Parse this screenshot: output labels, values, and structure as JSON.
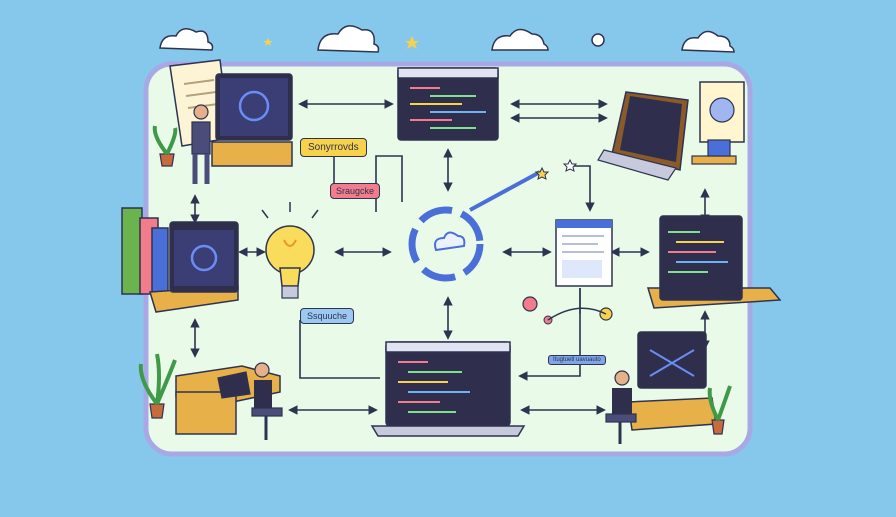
{
  "labels": {
    "synchronous": "Sonyrrovds",
    "strategize": "Sraugcke",
    "sequence": "Ssquuche",
    "process_caption": "Itugtuetl uavuauto"
  },
  "colors": {
    "sky": "#86c7ec",
    "board": "#e9fbe8",
    "board_edge": "#a8a8e6",
    "screen": "#2f2f4d",
    "desk_yellow": "#e8b048",
    "accent_blue": "#4a6fd8",
    "outline": "#2e3350"
  },
  "icons": [
    "cloud-icon",
    "star-icon",
    "gear-icon",
    "sync-cycle-icon",
    "lightbulb-icon",
    "code-window-icon",
    "document-icon",
    "plant-icon",
    "person-icon"
  ]
}
